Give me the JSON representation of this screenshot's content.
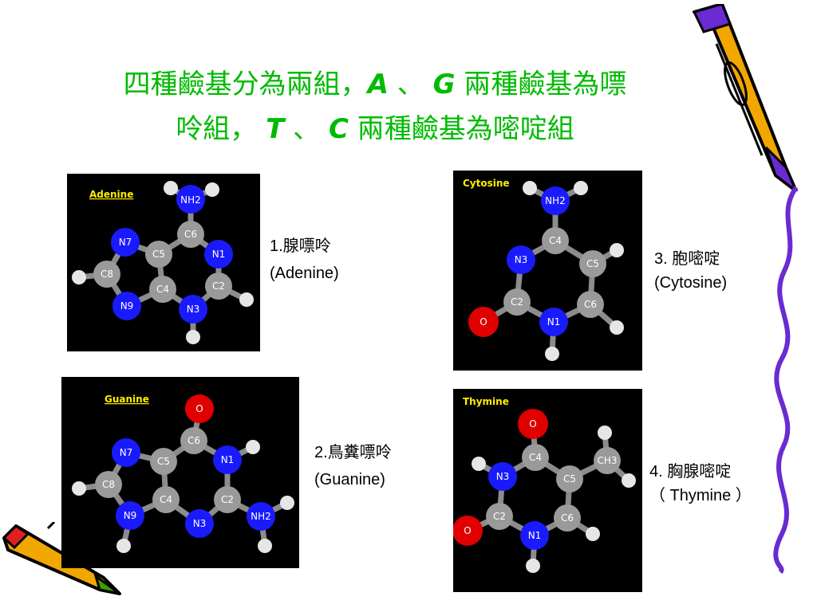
{
  "slide": {
    "title_line1_a": "四種鹼基分為兩組，",
    "title_line1_b": "A",
    "title_line1_c": "、",
    "title_line1_d": "G",
    "title_line1_e": "兩種鹼基為嘌",
    "title_line2_a": "呤組，",
    "title_line2_b": "T",
    "title_line2_c": "、",
    "title_line2_d": "C",
    "title_line2_e": "兩種鹼基為嘧啶組",
    "title_color": "#00bb00"
  },
  "molecules": {
    "adenine": {
      "panel_label": "Adenine",
      "caption_line1": "1.腺嘌呤",
      "caption_line2": "(Adenine)",
      "atoms": [
        "NH2",
        "C6",
        "N7",
        "C5",
        "N1",
        "C8",
        "N9",
        "C4",
        "C2",
        "N3"
      ]
    },
    "guanine": {
      "panel_label": "Guanine",
      "caption_line1": "2.鳥糞嘌呤",
      "caption_line2": "(Guanine)",
      "atoms": [
        "O",
        "C6",
        "N7",
        "C5",
        "N1",
        "C8",
        "N9",
        "C4",
        "C2",
        "N3",
        "NH2"
      ]
    },
    "cytosine": {
      "panel_label": "Cytosine",
      "caption_line1": "3. 胞嘧啶",
      "caption_line2": "(Cytosine)",
      "atoms": [
        "NH2",
        "C4",
        "N3",
        "C5",
        "C2",
        "C6",
        "O",
        "N1"
      ]
    },
    "thymine": {
      "panel_label": "Thymine",
      "caption_line1": "4. 胸腺嘧啶",
      "caption_line2": "（ Thymine ）",
      "atoms": [
        "O",
        "C4",
        "CH3",
        "N3",
        "C5",
        "C2",
        "C6",
        "O",
        "N1"
      ]
    }
  },
  "colors": {
    "nitrogen": "#1a1aff",
    "carbon": "#9a9a9a",
    "oxygen": "#e00000",
    "hydrogen": "#e6e6e6",
    "panel_label": "#ffee00"
  },
  "icons": [
    "pencil-icon",
    "pencil-icon"
  ]
}
